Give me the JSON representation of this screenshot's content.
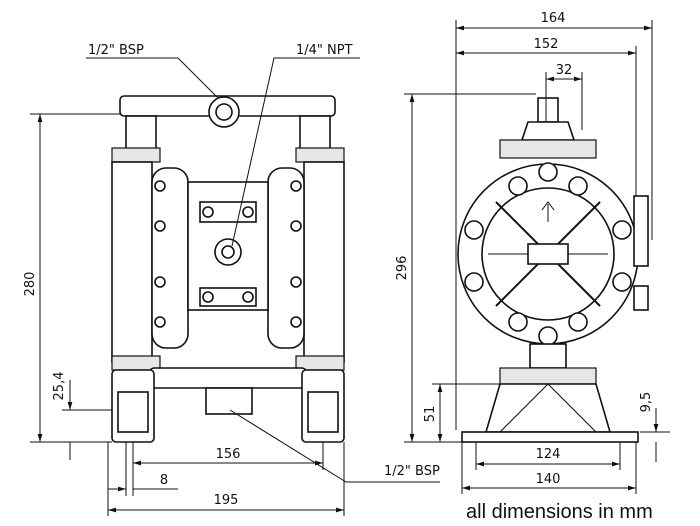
{
  "labels": {
    "port_top_left": "1/2\" BSP",
    "port_top_mid": "1/4\" NPT",
    "port_bottom": "1/2\" BSP",
    "footer_note": "all dimensions in mm"
  },
  "dimensions": {
    "d164": "164",
    "d152": "152",
    "d32": "32",
    "d296": "296",
    "d280": "280",
    "d25_4": "25,4",
    "d156": "156",
    "d8": "8",
    "d195": "195",
    "d51": "51",
    "d124": "124",
    "d140": "140",
    "d9_5": "9,5"
  }
}
